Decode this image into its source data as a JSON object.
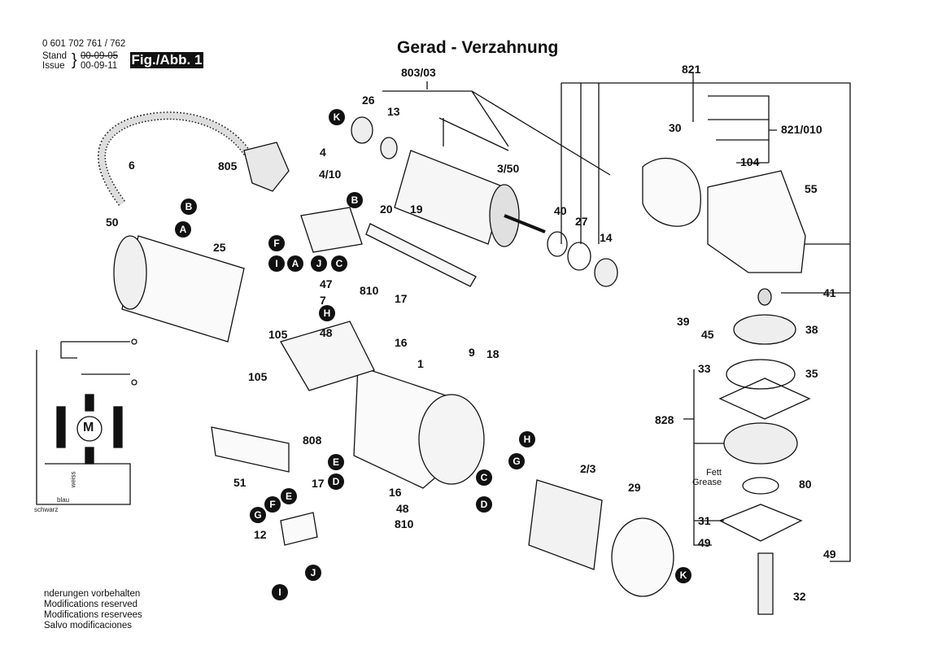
{
  "header": {
    "part_numbers": "0 601 702 761 / 762",
    "stand_label": "Stand",
    "stand_date_struck": "00-09-05",
    "issue_label": "Issue",
    "issue_date": "00-09-11",
    "fig_label": "Fig./Abb. 1",
    "title": "Gerad - Verzahnung"
  },
  "footer": {
    "lines": [
      "nderungen vorbehalten",
      "Modifications reserved",
      "Modifications reservees",
      "Salvo modificaciones"
    ]
  },
  "wiring": {
    "motor_label": "M",
    "wire_labels": [
      "weiss",
      "blau",
      "schwarz"
    ]
  },
  "annotations": {
    "grease_fett": "Fett",
    "grease_en": "Grease"
  },
  "part_labels": [
    {
      "id": "p-803-03",
      "text": "803/03"
    },
    {
      "id": "p-821",
      "text": "821"
    },
    {
      "id": "p-26",
      "text": "26"
    },
    {
      "id": "p-13",
      "text": "13"
    },
    {
      "id": "p-30",
      "text": "30"
    },
    {
      "id": "p-821-010",
      "text": "821/010"
    },
    {
      "id": "p-805",
      "text": "805"
    },
    {
      "id": "p-4",
      "text": "4"
    },
    {
      "id": "p-4-10",
      "text": "4/10"
    },
    {
      "id": "p-6",
      "text": "6"
    },
    {
      "id": "p-3-50",
      "text": "3/50"
    },
    {
      "id": "p-104",
      "text": "104"
    },
    {
      "id": "p-55",
      "text": "55"
    },
    {
      "id": "p-20",
      "text": "20"
    },
    {
      "id": "p-19",
      "text": "19"
    },
    {
      "id": "p-40",
      "text": "40"
    },
    {
      "id": "p-27",
      "text": "27"
    },
    {
      "id": "p-14",
      "text": "14"
    },
    {
      "id": "p-50",
      "text": "50"
    },
    {
      "id": "p-25",
      "text": "25"
    },
    {
      "id": "p-47",
      "text": "47"
    },
    {
      "id": "p-810a",
      "text": "810"
    },
    {
      "id": "p-7",
      "text": "7"
    },
    {
      "id": "p-17a",
      "text": "17"
    },
    {
      "id": "p-41",
      "text": "41"
    },
    {
      "id": "p-39",
      "text": "39"
    },
    {
      "id": "p-45",
      "text": "45"
    },
    {
      "id": "p-38",
      "text": "38"
    },
    {
      "id": "p-48a",
      "text": "48"
    },
    {
      "id": "p-16a",
      "text": "16"
    },
    {
      "id": "p-105a",
      "text": "105"
    },
    {
      "id": "p-105b",
      "text": "105"
    },
    {
      "id": "p-1",
      "text": "1"
    },
    {
      "id": "p-9",
      "text": "9"
    },
    {
      "id": "p-18",
      "text": "18"
    },
    {
      "id": "p-33",
      "text": "33"
    },
    {
      "id": "p-35",
      "text": "35"
    },
    {
      "id": "p-828",
      "text": "828"
    },
    {
      "id": "p-808",
      "text": "808"
    },
    {
      "id": "p-2-3",
      "text": "2/3"
    },
    {
      "id": "p-51",
      "text": "51"
    },
    {
      "id": "p-17b",
      "text": "17"
    },
    {
      "id": "p-16b",
      "text": "16"
    },
    {
      "id": "p-48b",
      "text": "48"
    },
    {
      "id": "p-810b",
      "text": "810"
    },
    {
      "id": "p-29",
      "text": "29"
    },
    {
      "id": "p-80",
      "text": "80"
    },
    {
      "id": "p-31",
      "text": "31"
    },
    {
      "id": "p-49a",
      "text": "49"
    },
    {
      "id": "p-49b",
      "text": "49"
    },
    {
      "id": "p-12",
      "text": "12"
    },
    {
      "id": "p-32",
      "text": "32"
    }
  ],
  "connector_bubbles": [
    {
      "id": "b-K1",
      "text": "K"
    },
    {
      "id": "b-B1",
      "text": "B"
    },
    {
      "id": "b-A1",
      "text": "A"
    },
    {
      "id": "b-B2",
      "text": "B"
    },
    {
      "id": "b-F1",
      "text": "F"
    },
    {
      "id": "b-I1",
      "text": "I"
    },
    {
      "id": "b-A2",
      "text": "A"
    },
    {
      "id": "b-J1",
      "text": "J"
    },
    {
      "id": "b-C1",
      "text": "C"
    },
    {
      "id": "b-H1",
      "text": "H"
    },
    {
      "id": "b-H2",
      "text": "H"
    },
    {
      "id": "b-E1",
      "text": "E"
    },
    {
      "id": "b-D1",
      "text": "D"
    },
    {
      "id": "b-C2",
      "text": "C"
    },
    {
      "id": "b-G1",
      "text": "G"
    },
    {
      "id": "b-D2",
      "text": "D"
    },
    {
      "id": "b-G2",
      "text": "G"
    },
    {
      "id": "b-F2",
      "text": "F"
    },
    {
      "id": "b-E2",
      "text": "E"
    },
    {
      "id": "b-J2",
      "text": "J"
    },
    {
      "id": "b-I2",
      "text": "I"
    },
    {
      "id": "b-K2",
      "text": "K"
    }
  ]
}
